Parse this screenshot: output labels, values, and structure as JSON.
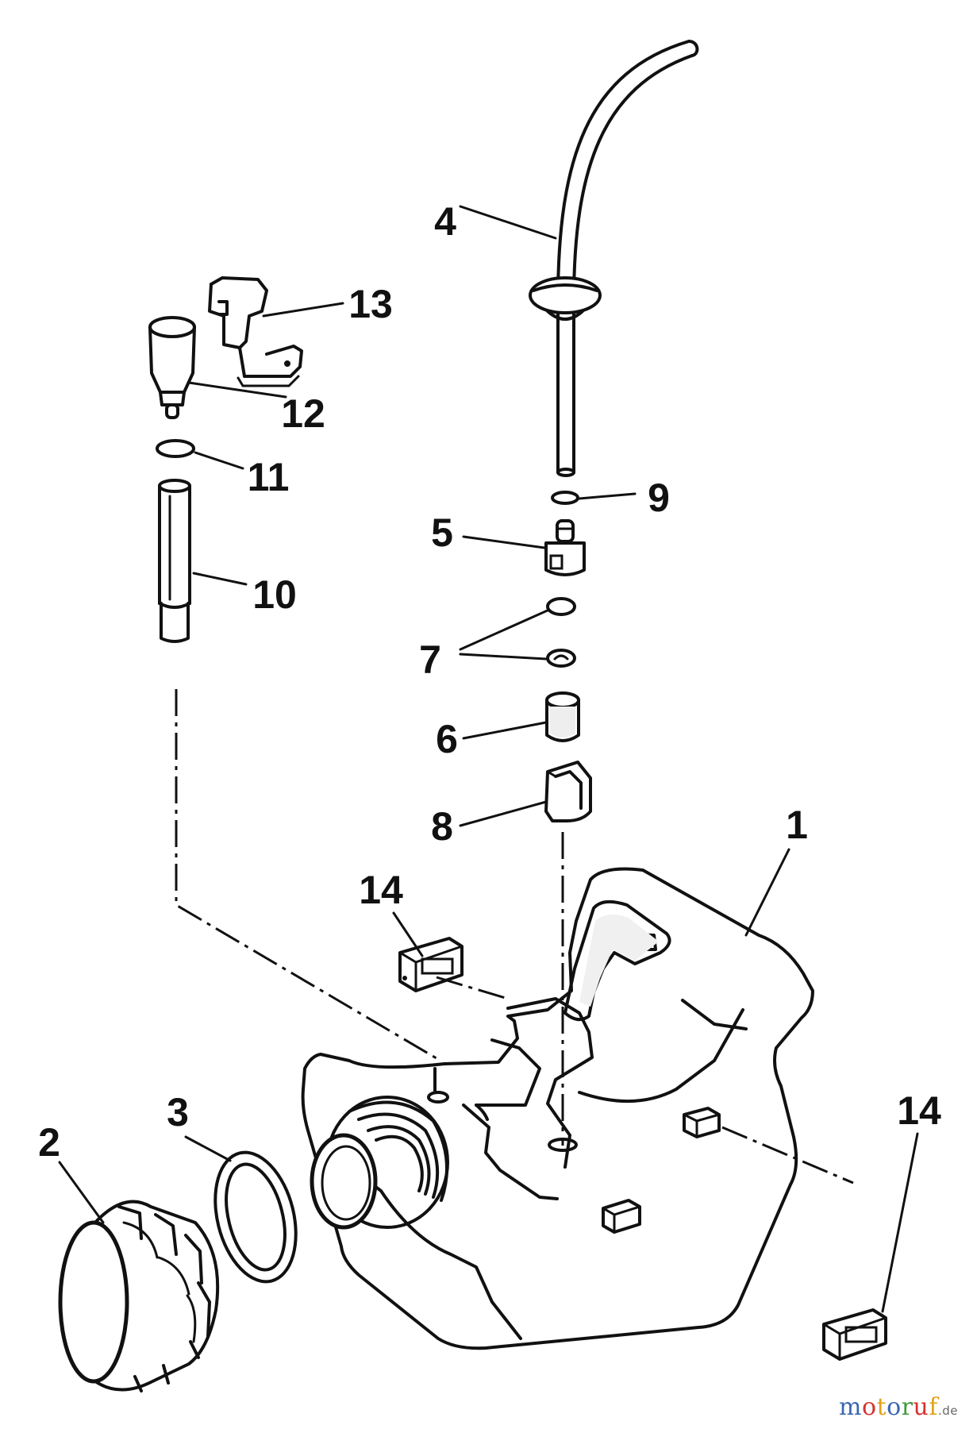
{
  "callouts": {
    "c1": "1",
    "c2": "2",
    "c3": "3",
    "c4": "4",
    "c5": "5",
    "c6": "6",
    "c7": "7",
    "c8": "8",
    "c9": "9",
    "c10": "10",
    "c11": "11",
    "c12": "12",
    "c13": "13",
    "c14a": "14",
    "c14b": "14"
  },
  "watermark": {
    "brand_letters": [
      "m",
      "o",
      "t",
      "o",
      "r",
      "u",
      "f"
    ],
    "brand_colors": [
      "#3a67b0",
      "#d7322f",
      "#e2a21b",
      "#3a67b0",
      "#3f9a3f",
      "#d7322f",
      "#e2a21b"
    ],
    "domain": ".de"
  }
}
